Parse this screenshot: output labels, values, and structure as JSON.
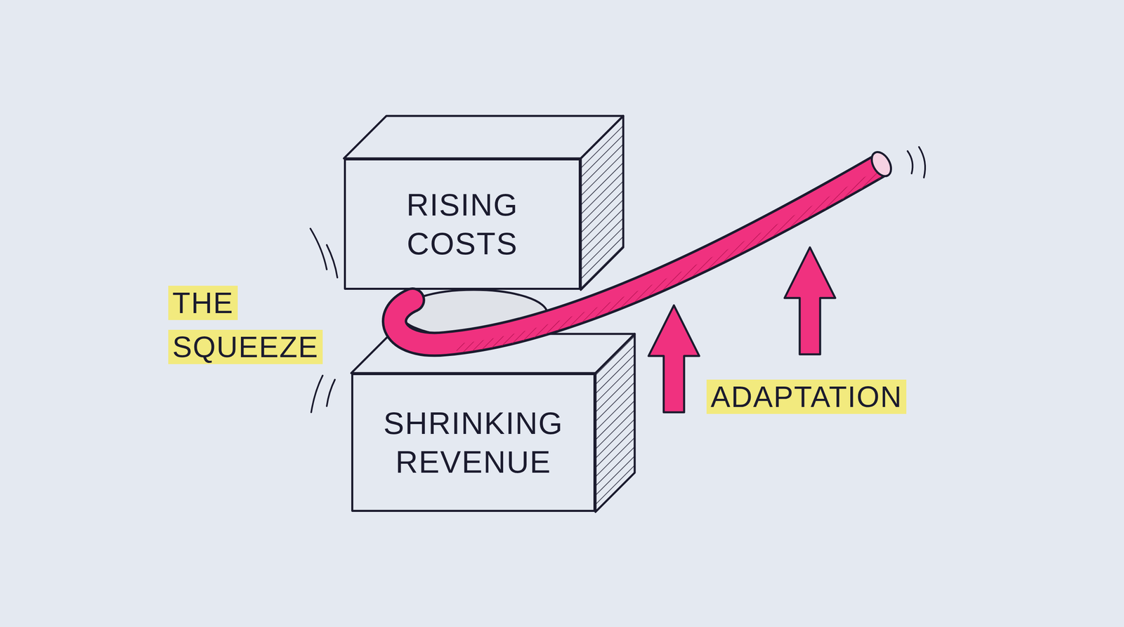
{
  "diagram": {
    "nodes": [
      {
        "text": [
          "RISING COSTS"
        ]
      },
      {
        "text": [
          "SHRINKING REVENUE"
        ]
      }
    ],
    "labels": [
      "THE SQUEEZE",
      "ADAPTATION"
    ]
  }
}
